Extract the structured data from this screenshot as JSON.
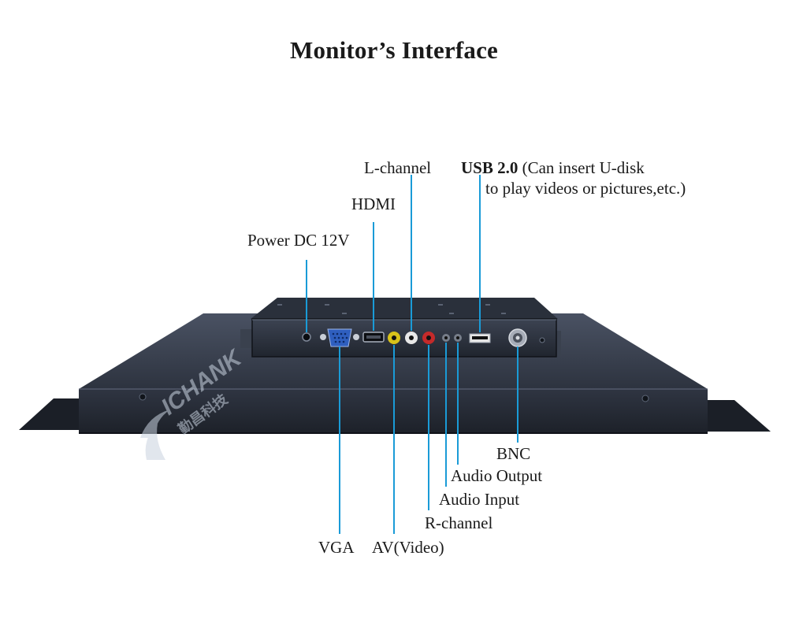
{
  "title": "Monitor’s Interface",
  "brand": {
    "logo_text": "ICHANK",
    "logo_subtext": "勤昌科技",
    "logo_color": "#c9d3e0"
  },
  "colors": {
    "callout_line": "#1a9bd7",
    "panel_top": "#3a4150",
    "panel_front": "#262b36",
    "panel_edge": "#0f1218",
    "label_text": "#1a1a1a"
  },
  "ports": {
    "l_channel": "L-channel",
    "usb_line1": "USB 2.0",
    "usb_line1_rest": " (Can insert U-disk",
    "usb_line2": "to play videos or pictures,etc.)",
    "hdmi": "HDMI",
    "power": "Power DC 12V",
    "bnc": "BNC",
    "audio_output": "Audio Output",
    "audio_input": "Audio Input",
    "r_channel": "R-channel",
    "vga": "VGA",
    "av_video": "AV(Video)"
  }
}
